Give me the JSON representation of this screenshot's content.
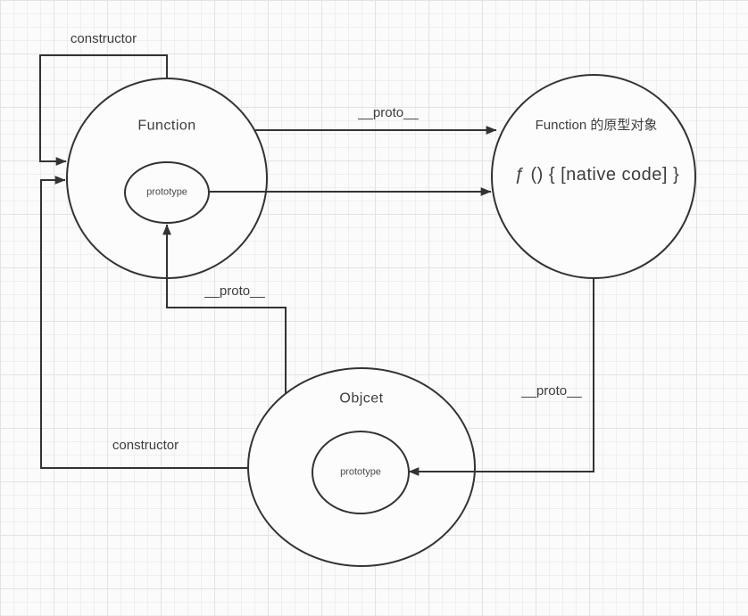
{
  "canvas": {
    "description": "JavaScript prototype chain diagram on grid canvas"
  },
  "nodes": {
    "function": {
      "label": "Function",
      "prototype_label": "prototype"
    },
    "function_prototype_object": {
      "title": "Function 的原型对象",
      "code": "ƒ () { [native code] }"
    },
    "object": {
      "label": "Objcet",
      "prototype_label": "prototype"
    }
  },
  "edge_labels": {
    "constructor_top": "constructor",
    "proto_top": "__proto__",
    "proto_middle": "__proto__",
    "proto_right": "__proto__",
    "constructor_bottom": "constructor"
  },
  "colors": {
    "line": "#333333",
    "text": "#3d3d3d",
    "node_fill": "#fcfcfc",
    "background": "#fbfbfb",
    "grid_minor": "#efefef",
    "grid_major": "#e3e3e3"
  }
}
